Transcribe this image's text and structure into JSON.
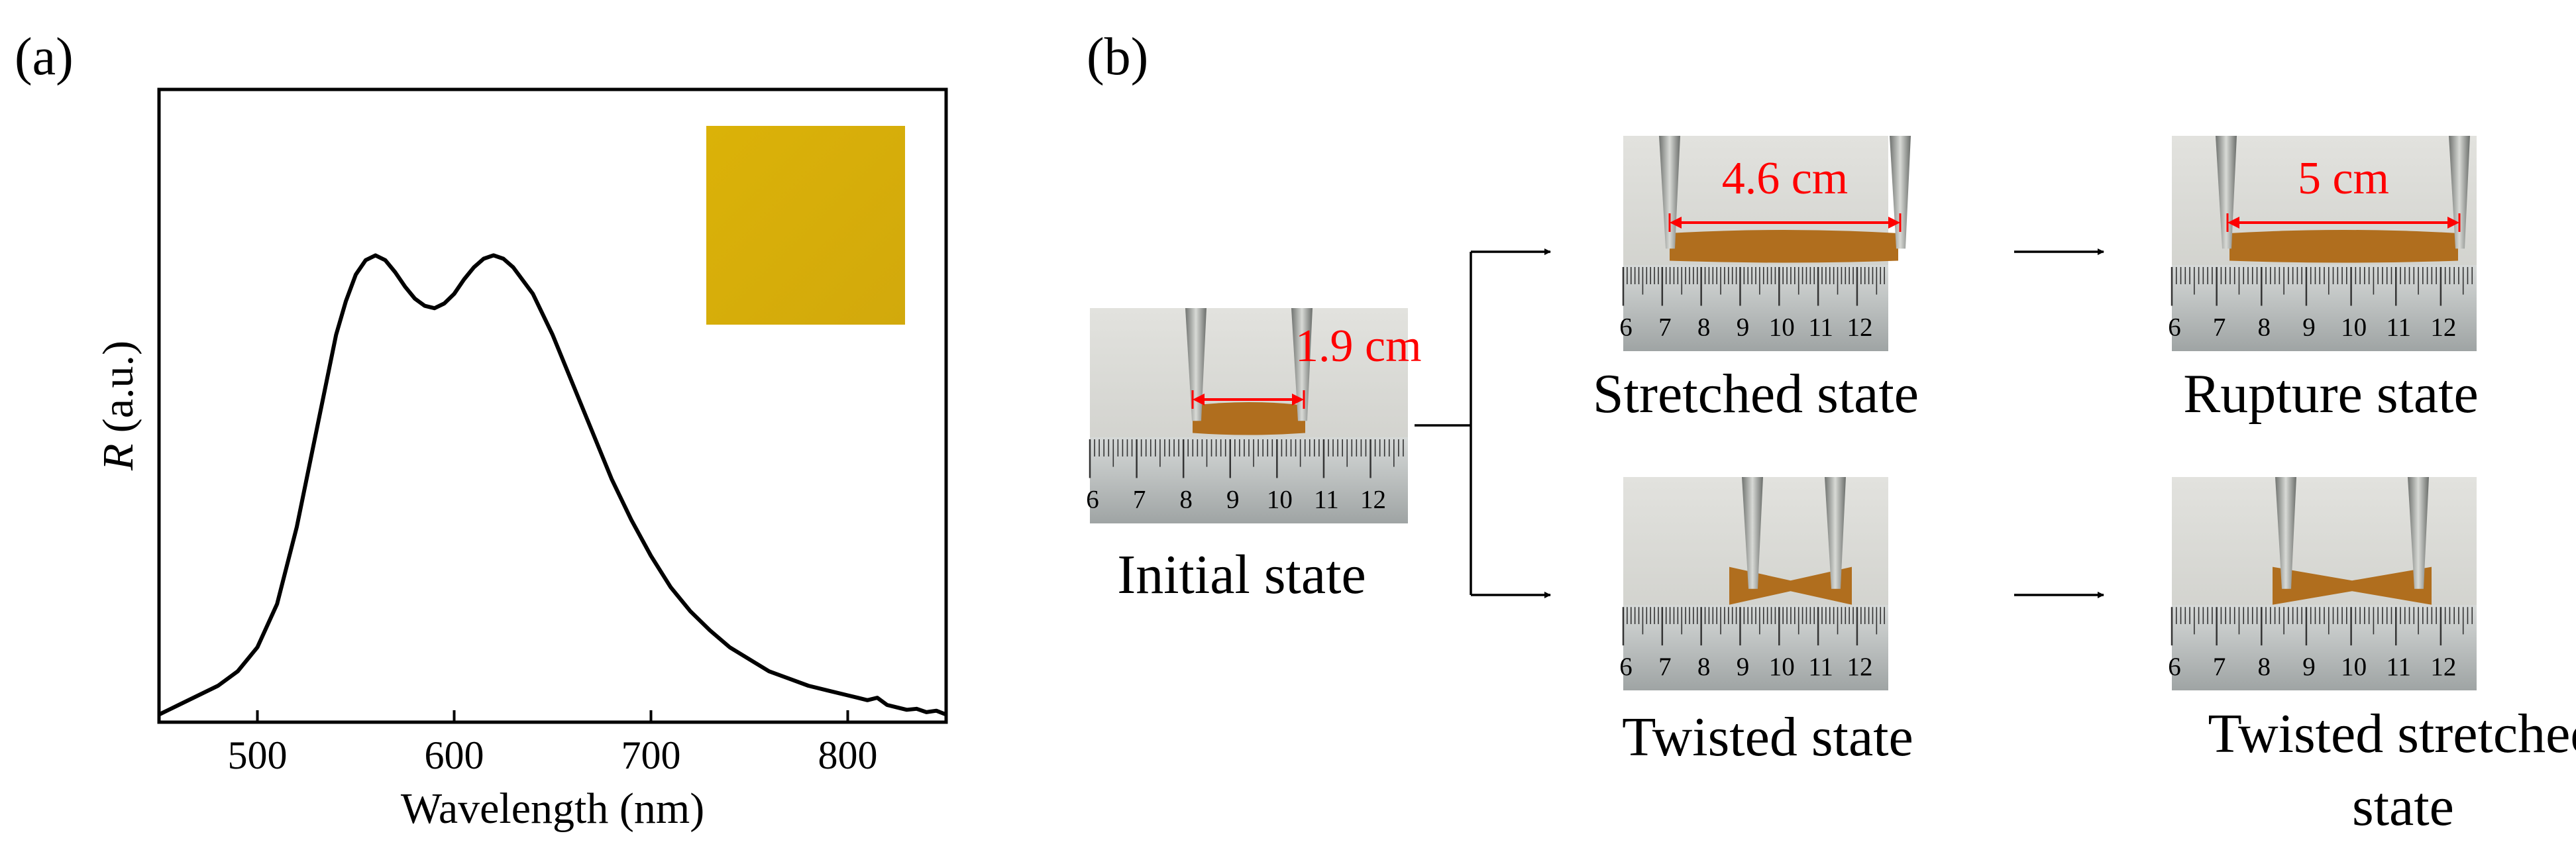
{
  "panels": {
    "a": {
      "label": "(a)",
      "chart_data": {
        "type": "line",
        "x_label": "Wavelength (nm)",
        "y_label_italic": "R",
        "y_label_rest": " (a.u.)",
        "xlim": [
          450,
          850
        ],
        "ylim": [
          0,
          1.0
        ],
        "x_ticks": [
          500,
          600,
          700,
          800
        ],
        "y_ticks_shown": false,
        "grid": false,
        "inset": "yellow-square-sample-photo",
        "series": [
          {
            "x": [
              450,
              460,
              470,
              480,
              490,
              500,
              510,
              520,
              530,
              540,
              545,
              550,
              555,
              560,
              565,
              570,
              575,
              580,
              585,
              590,
              595,
              600,
              605,
              610,
              615,
              620,
              625,
              630,
              640,
              650,
              660,
              670,
              680,
              690,
              700,
              710,
              720,
              730,
              740,
              750,
              760,
              770,
              780,
              790,
              800,
              805,
              810,
              815,
              820,
              825,
              830,
              835,
              840,
              845,
              850
            ],
            "y": [
              0.0,
              0.02,
              0.04,
              0.06,
              0.09,
              0.14,
              0.23,
              0.39,
              0.59,
              0.79,
              0.86,
              0.915,
              0.945,
              0.955,
              0.945,
              0.92,
              0.89,
              0.865,
              0.85,
              0.845,
              0.855,
              0.875,
              0.905,
              0.93,
              0.948,
              0.955,
              0.948,
              0.93,
              0.875,
              0.79,
              0.69,
              0.59,
              0.49,
              0.405,
              0.33,
              0.265,
              0.215,
              0.175,
              0.14,
              0.115,
              0.09,
              0.075,
              0.06,
              0.05,
              0.04,
              0.035,
              0.03,
              0.035,
              0.02,
              0.015,
              0.01,
              0.012,
              0.005,
              0.008,
              0.0
            ]
          }
        ]
      }
    },
    "b": {
      "label": "(b)",
      "photos": [
        {
          "id": "initial",
          "state": "Initial state",
          "measurement": "1.9 cm",
          "ruler_numbers": [
            "6",
            "7",
            "8",
            "9",
            "10",
            "11",
            "12"
          ]
        },
        {
          "id": "stretched",
          "state": "Stretched state",
          "measurement": "4.6 cm",
          "ruler_numbers": [
            "6",
            "7",
            "8",
            "9",
            "10",
            "11",
            "12"
          ]
        },
        {
          "id": "rupture",
          "state": "Rupture state",
          "measurement": "5 cm",
          "ruler_numbers": [
            "6",
            "7",
            "8",
            "9",
            "10",
            "11",
            "12"
          ]
        },
        {
          "id": "twisted",
          "state": "Twisted state",
          "measurement": "",
          "ruler_numbers": [
            "6",
            "7",
            "8",
            "9",
            "10",
            "11",
            "12"
          ]
        },
        {
          "id": "twisted-stretched",
          "state_line1": "Twisted stretched",
          "state_line2": "state",
          "measurement": "",
          "ruler_numbers": [
            "6",
            "7",
            "8",
            "9",
            "10",
            "11",
            "12"
          ]
        }
      ]
    }
  },
  "colors": {
    "sample_yellow": "#d9ae06",
    "film_amber": "#b06e1e",
    "measure_red": "#ff0000",
    "photo_bg": "#cfd0cb",
    "ruler_steel": "#b8bcbb"
  }
}
